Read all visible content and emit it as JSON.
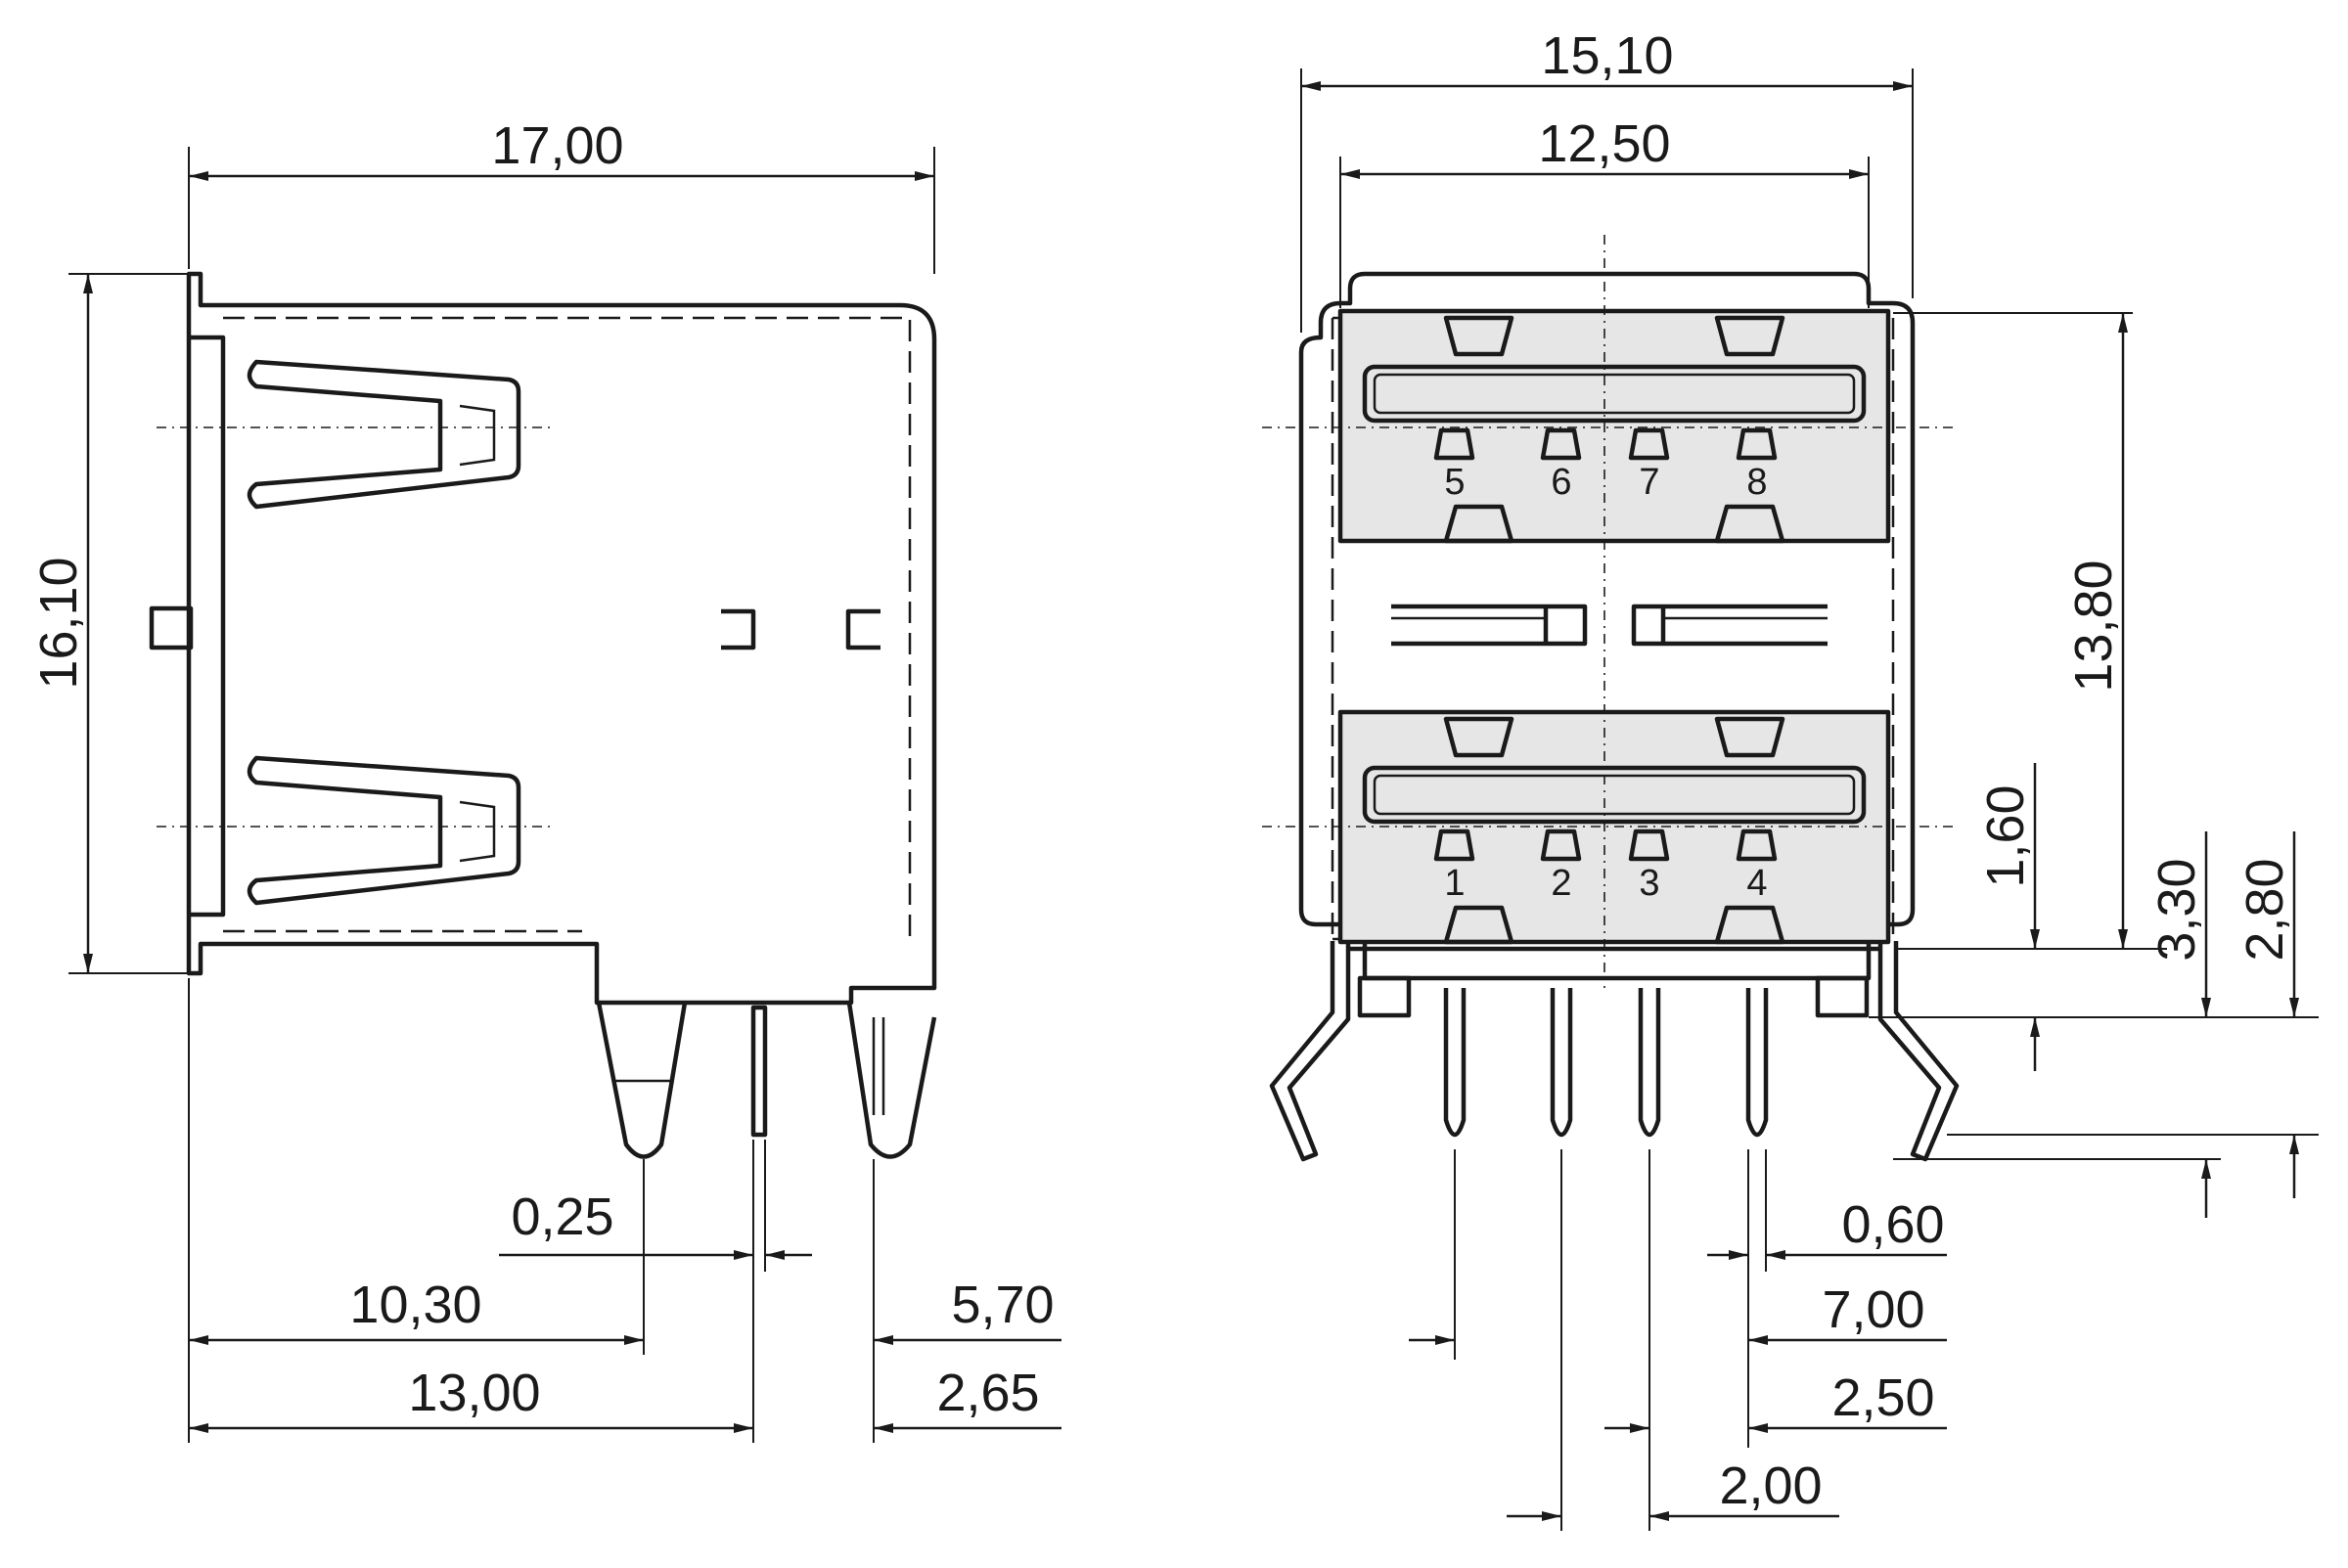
{
  "side_view": {
    "dimensions": {
      "width_total": "17,00",
      "height_total": "16,10",
      "pin_thickness": "0,25",
      "offset_1": "10,30",
      "offset_2": "13,00",
      "offset_3": "5,70",
      "offset_4": "2,65"
    }
  },
  "front_view": {
    "dimensions": {
      "width_outer": "15,10",
      "width_inner": "12,50",
      "height_port": "13,80",
      "standoff": "1,60",
      "pin_len_a": "3,30",
      "pin_len_b": "2,80",
      "pin_width": "0,60",
      "pin_span": "7,00",
      "pin_pitch_a": "2,50",
      "pin_pitch_b": "2,00"
    },
    "pin_labels_top": [
      "5",
      "6",
      "7",
      "8"
    ],
    "pin_labels_bottom": [
      "1",
      "2",
      "3",
      "4"
    ]
  }
}
